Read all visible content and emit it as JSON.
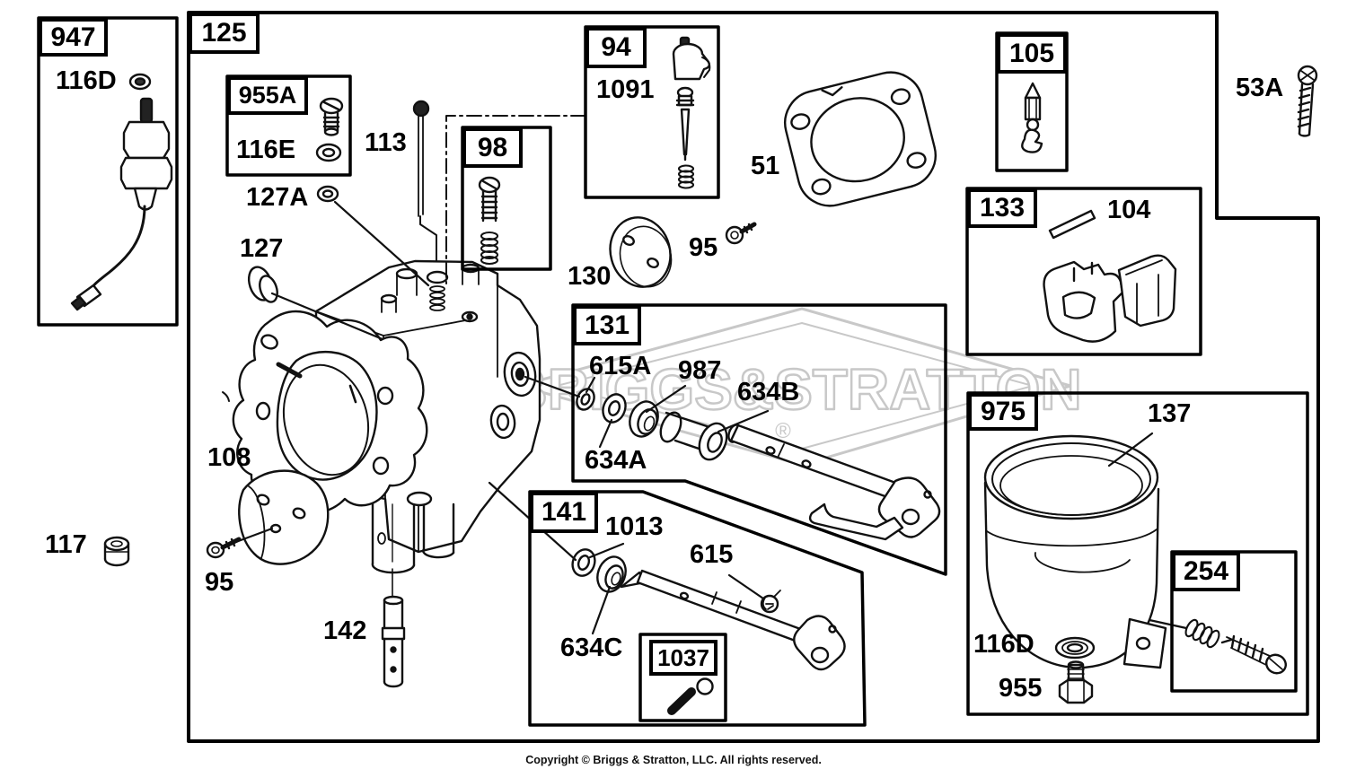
{
  "page": {
    "background": "#ffffff",
    "ink": "#000000",
    "watermark_color": "#c8c8c8"
  },
  "watermark": {
    "text": "BRIGGS&STRATTON",
    "registered_mark": "®"
  },
  "footer": {
    "copyright": "Copyright © Briggs & Stratton, LLC. All rights reserved."
  },
  "chips": {
    "c947": "947",
    "c125": "125",
    "c955A": "955A",
    "c98": "98",
    "c94": "94",
    "c105": "105",
    "c133": "133",
    "c131": "131",
    "c141": "141",
    "c1037": "1037",
    "c975": "975",
    "c254": "254"
  },
  "labels": {
    "l116d_947": "116D",
    "l116e": "116E",
    "l127a": "127A",
    "l127": "127",
    "l113": "113",
    "l1091": "1091",
    "l130": "130",
    "l95_top": "95",
    "l51": "51",
    "l53a": "53A",
    "l104": "104",
    "l615a": "615A",
    "l987": "987",
    "l634b": "634B",
    "l634a": "634A",
    "l1013": "1013",
    "l615": "615",
    "l634c": "634C",
    "l108": "108",
    "l95_bottom": "95",
    "l117": "117",
    "l142": "142",
    "l137": "137",
    "l116d_975": "116D",
    "l955": "955"
  },
  "icons": {
    "fuel-shutoff-valve": "947 valve with wire lead",
    "grommet": "small sealing washer",
    "screw": "slotted pan-head screw",
    "spring": "coil spring",
    "needle": "metering needle",
    "gasket": "mounting gasket",
    "welch-plug": "round cover plug",
    "throttle-shaft": "throttle shaft with lever",
    "choke-shaft": "choke shaft with lever",
    "float-bowl": "fuel bowl",
    "bowl-bolt": "hex bowl bolt"
  }
}
